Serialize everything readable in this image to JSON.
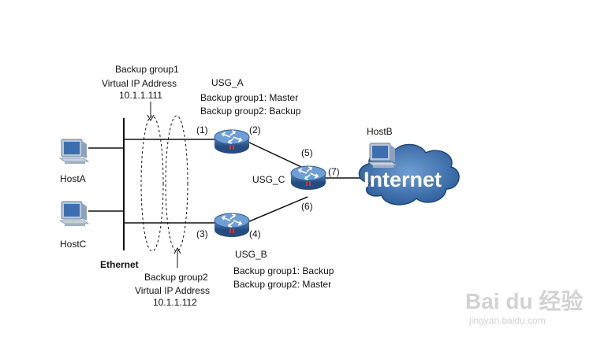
{
  "backup_group1": {
    "name": "Backup group1",
    "vip_label": "Virtual IP Address",
    "vip": "10.1.1.111"
  },
  "backup_group2": {
    "name": "Backup group2",
    "vip_label": "Virtual IP Address",
    "vip": "10.1.1.112"
  },
  "usg_a": {
    "name": "USG_A",
    "state1": "Backup group1: Master",
    "state2": "Backup group2: Backup"
  },
  "usg_b": {
    "name": "USG_B",
    "state1": "Backup group1: Backup",
    "state2": "Backup group2: Master"
  },
  "usg_c": {
    "name": "USG_C"
  },
  "ports": {
    "p1": "(1)",
    "p2": "(2)",
    "p3": "(3)",
    "p4": "(4)",
    "p5": "(5)",
    "p6": "(6)",
    "p7": "(7)"
  },
  "hosts": {
    "a": "HostA",
    "b": "HostB",
    "c": "HostC"
  },
  "ethernet": "Ethernet",
  "internet": "Internet",
  "watermark": {
    "logo": "Bai du 经验",
    "url": "jingyan.baidu.com"
  },
  "colors": {
    "router_body": "#2f5f9a",
    "router_top": "#5d8cc4",
    "cloud": "#3a6da8",
    "line": "#111111"
  },
  "icons": [
    "computer-icon",
    "router-icon",
    "cloud-icon"
  ]
}
